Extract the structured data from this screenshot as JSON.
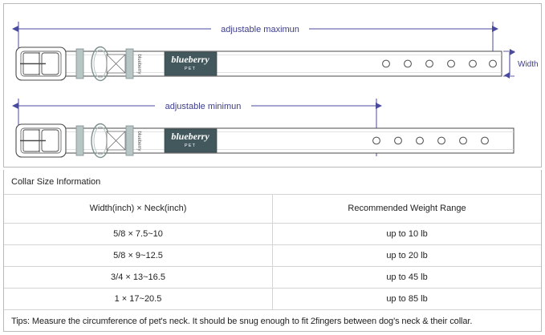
{
  "diagram": {
    "label_max": "adjustable maximun",
    "label_min": "adjustable minimun",
    "label_width": "Width",
    "brand_name": "blueberry",
    "brand_sub": "PET",
    "dimension_color": "#4a4a9c",
    "strap_outline_color": "#4a4a4a",
    "hardware_color": "#b7c6c4",
    "logo_bg_color": "#42585c",
    "top_strap_holes": 6,
    "bottom_strap_holes": 6,
    "keeper_text": "blueberry"
  },
  "table": {
    "title": "Collar Size Information",
    "columns": [
      "Width(inch)  ×  Neck(inch)",
      "Recommended Weight Range"
    ],
    "rows": [
      {
        "size": "5/8 × 7.5~10",
        "weight": "up to 10 lb"
      },
      {
        "size": "5/8 × 9~12.5",
        "weight": "up to 20 lb"
      },
      {
        "size": "3/4 × 13~16.5",
        "weight": "up to 45 lb"
      },
      {
        "size": "1 × 17~20.5",
        "weight": "up to 85 lb"
      }
    ],
    "tips": "Tips: Measure the circumference of pet's neck. It should be snug enough to fit 2fingers between dog's neck & their collar."
  }
}
